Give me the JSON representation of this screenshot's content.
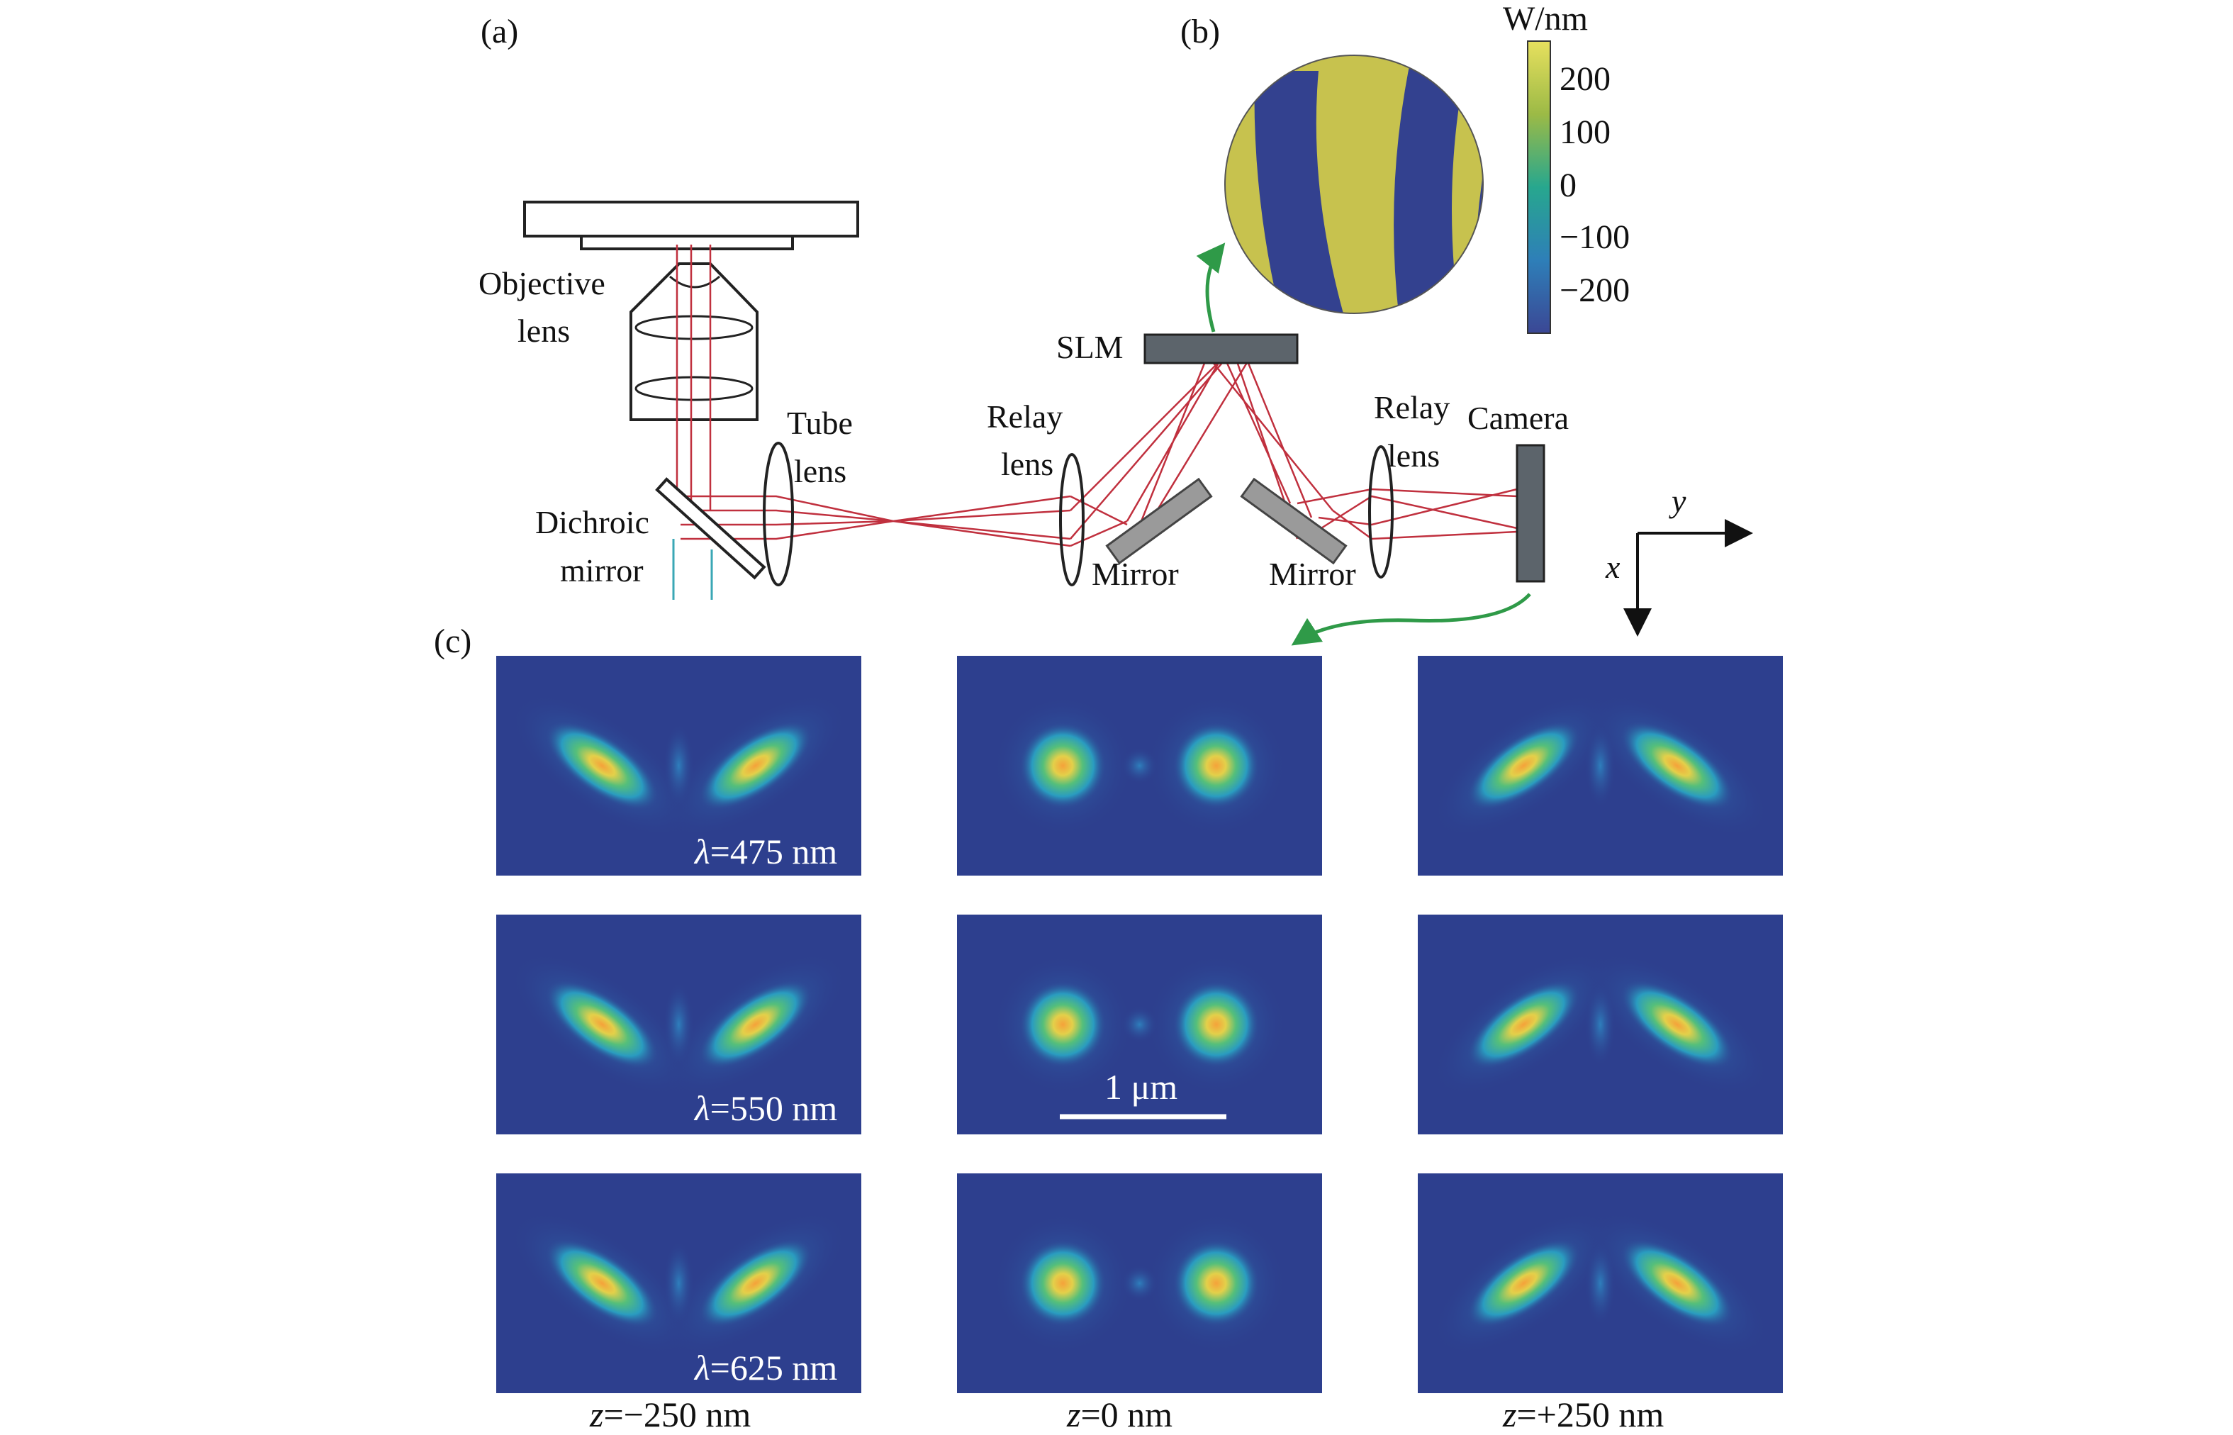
{
  "panels": {
    "a": "(a)",
    "b": "(b)",
    "c": "(c)"
  },
  "labels": {
    "objective_1": "Objective",
    "objective_2": "lens",
    "tube_1": "Tube",
    "tube_2": "lens",
    "relay1_1": "Relay",
    "relay1_2": "lens",
    "relay2_1": "Relay",
    "relay2_2": "lens",
    "dichroic_1": "Dichroic",
    "dichroic_2": "mirror",
    "mirror_left": "Mirror",
    "mirror_right": "Mirror",
    "slm": "SLM",
    "camera": "Camera"
  },
  "axes": {
    "x": "x",
    "y": "y"
  },
  "colorbar": {
    "unit": "W/nm",
    "ticks": [
      "200",
      "100",
      "0",
      "−100",
      "−200"
    ]
  },
  "psf": {
    "wavelength_prefix": "λ",
    "wavelengths": [
      "=475 nm",
      "=550 nm",
      "=625 nm"
    ],
    "z_prefix": "z",
    "z_values": [
      "=−250 nm",
      "=0 nm",
      "=+250 nm"
    ],
    "scalebar": "1 μm"
  },
  "colors": {
    "beam": "#c0303e",
    "excitation": "#3aa7b5",
    "arrow": "#2f9a48",
    "slm_yellow": "#c7c24e",
    "slm_blue": "#33418f",
    "psf_bg": "#2d3f8e"
  }
}
